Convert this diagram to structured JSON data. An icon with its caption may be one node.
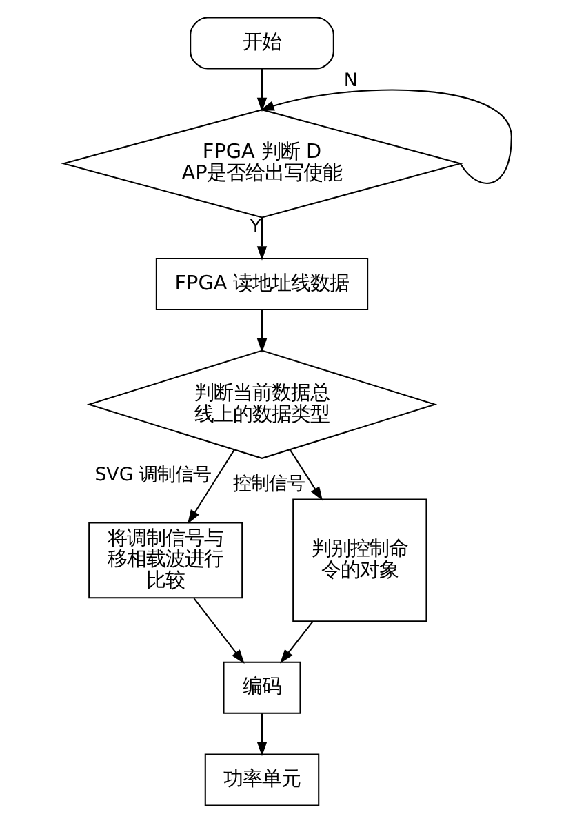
{
  "diagram": {
    "nodes": [
      {
        "text": [
          "开始"
        ]
      },
      {
        "text": [
          "FPGA 判断 DAP是否给出写使能"
        ]
      },
      {
        "text": [
          "FPGA 读地址线数据"
        ]
      },
      {
        "text": [
          "判断当前数据总线上的数据类型"
        ]
      },
      {
        "text": [
          "将调制信号与移相载波进行比较"
        ]
      },
      {
        "text": [
          "判别控制命令的对象"
        ]
      },
      {
        "text": [
          "编码"
        ]
      },
      {
        "text": [
          "功率单元"
        ]
      }
    ],
    "edges": [
      {
        "from": 0,
        "to": 1,
        "arrow": "to"
      },
      {
        "from": 1,
        "to": 1,
        "arrow": "to",
        "label": "N"
      },
      {
        "from": 1,
        "to": 2,
        "arrow": "to",
        "label": "Y"
      },
      {
        "from": 2,
        "to": 3,
        "arrow": "to"
      },
      {
        "from": 3,
        "to": 4,
        "arrow": "to",
        "label": "SVG 调制信号"
      },
      {
        "from": 3,
        "to": 5,
        "arrow": "to",
        "label": "控制信号"
      },
      {
        "from": 4,
        "to": 6,
        "arrow": "to"
      },
      {
        "from": 5,
        "to": 6,
        "arrow": "to"
      },
      {
        "from": 6,
        "to": 7,
        "arrow": "to"
      }
    ]
  }
}
